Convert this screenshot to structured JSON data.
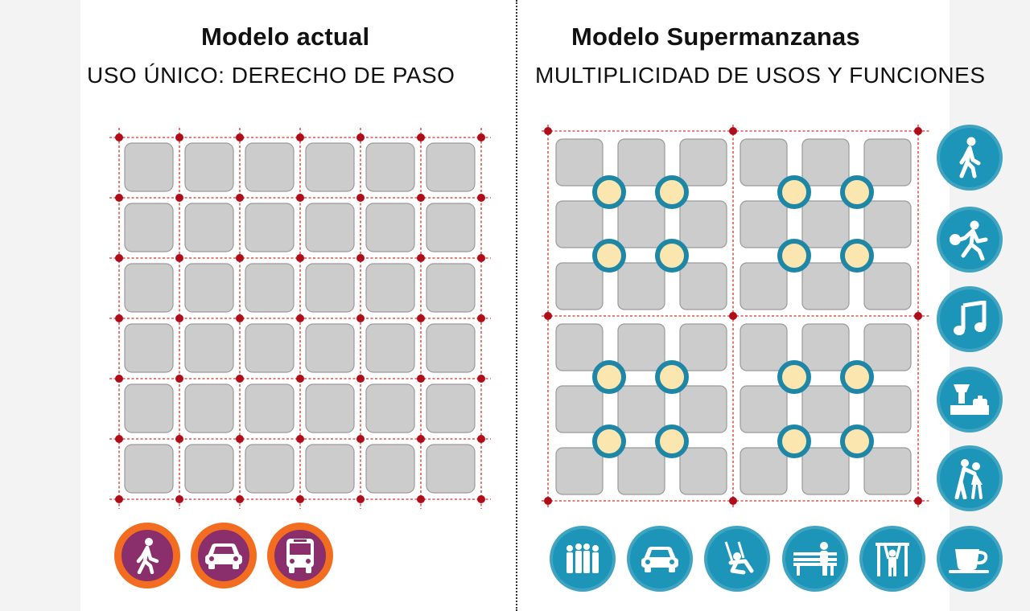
{
  "left_panel": {
    "title": "Modelo actual",
    "subtitle": "USO ÚNICO: DERECHO DE PASO",
    "icons": [
      "pedestrian-icon",
      "car-icon",
      "bus-icon"
    ]
  },
  "right_panel": {
    "title": "Modelo Supermanzanas",
    "subtitle": "MULTIPLICIDAD DE USOS Y FUNCIONES",
    "side_icons": [
      "pedestrian-icon",
      "ball-player-icon",
      "music-note-icon",
      "market-stall-icon",
      "dancing-couple-icon"
    ],
    "bottom_icons": [
      "group-of-people-icon",
      "car-icon",
      "swing-icon",
      "bench-person-icon",
      "exercise-bar-icon",
      "coffee-cup-icon"
    ]
  },
  "colors": {
    "block": "#cccccc",
    "block_stroke": "#9a9a9a",
    "street_line": "#d9302a",
    "node": "#b00d1a",
    "plaza_ring": "#1f87a6",
    "plaza_fill": "#fbe6b0",
    "teal_icon": "#1d95b8",
    "orange_ring": "#f36d21",
    "purple_icon": "#8a2f6b"
  }
}
